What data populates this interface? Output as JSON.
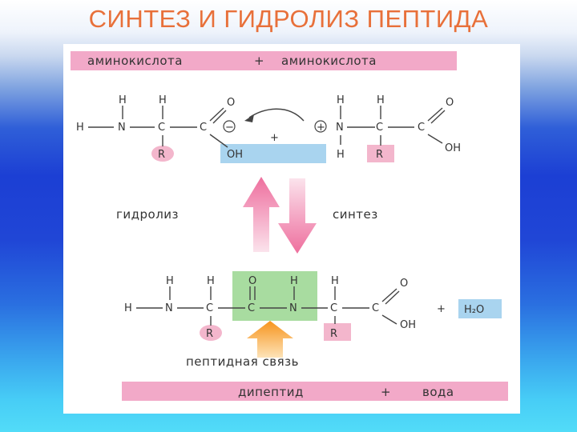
{
  "slide": {
    "title": "СИНТЕЗ И ГИДРОЛИЗ  ПЕПТИДА"
  },
  "diagram": {
    "top_bar": {
      "left": "аминокислота",
      "plus": "+",
      "right": "аминокислота"
    },
    "bottom_bar": {
      "left": "дипептид",
      "plus": "+",
      "right": "вода"
    },
    "hydrolysis_label": "гидролиз",
    "synthesis_label": "синтез",
    "peptide_bond_label": "пептидная связь",
    "atoms": {
      "H": "H",
      "N": "N",
      "C": "C",
      "O": "O",
      "R": "R",
      "OH": "OH",
      "plus": "+",
      "minus_sign": "−",
      "plus_sign": "+",
      "water": "H₂O"
    },
    "colors": {
      "bar_pink": "#f2a9c8",
      "r_group": "#f3b6cc",
      "leaving_group": "#a9d4ef",
      "peptide_bond": "#a8dca0",
      "up_arrow": "#f07aa5",
      "down_arrow": "#f07aa5",
      "bond_arrow": "#f7941d",
      "title": "#e8703a"
    }
  }
}
